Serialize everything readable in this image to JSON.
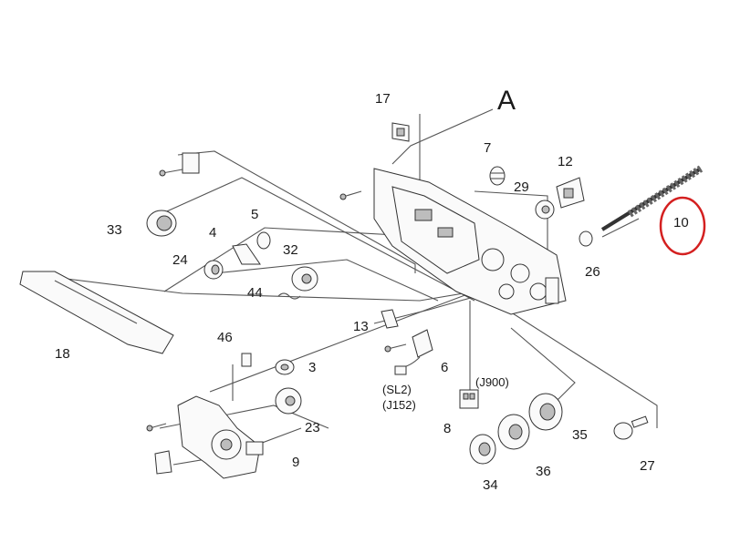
{
  "view_label": "A",
  "highlight_color": "#d42020",
  "callouts": {
    "c3": "3",
    "c4": "4",
    "c5": "5",
    "c6": "6",
    "c7": "7",
    "c8": "8",
    "c9": "9",
    "c10": "10",
    "c12": "12",
    "c13": "13",
    "c17": "17",
    "c18": "18",
    "c23": "23",
    "c24": "24",
    "c26": "26",
    "c27": "27",
    "c29": "29",
    "c32": "32",
    "c33": "33",
    "c34": "34",
    "c35": "35",
    "c36": "36",
    "c44": "44",
    "c46": "46"
  },
  "connector_labels": {
    "sl2": "(SL2)",
    "j152": "(J152)",
    "j900": "(J900)"
  }
}
